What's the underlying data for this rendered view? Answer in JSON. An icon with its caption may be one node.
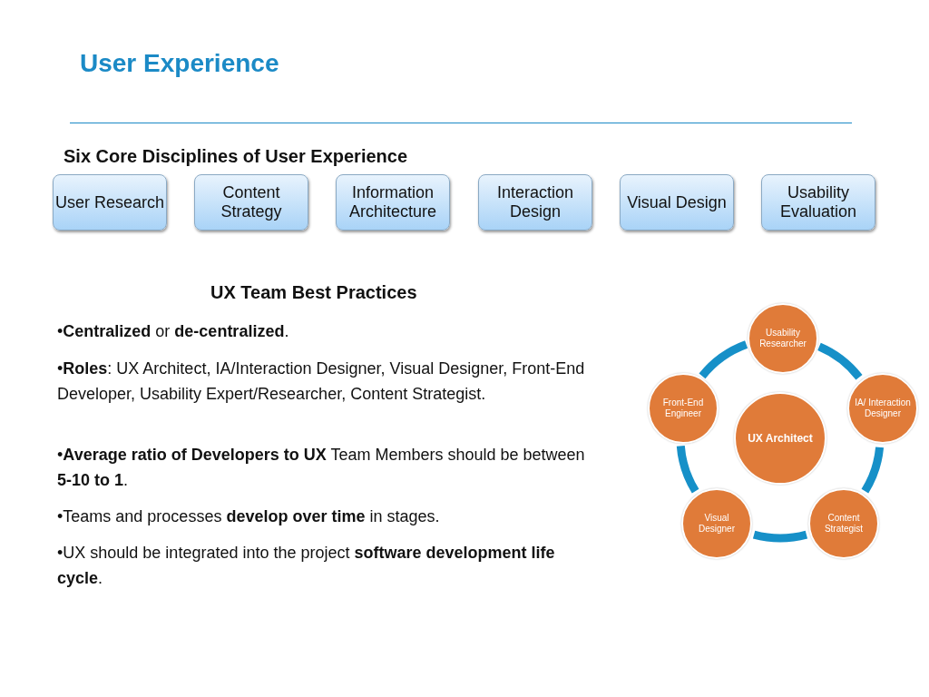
{
  "diagram": {
    "title": "User Experience",
    "nodes": [
      {
        "text": [
          "User Research"
        ]
      },
      {
        "text": [
          "Content Strategy"
        ]
      },
      {
        "text": [
          "Information Architecture"
        ]
      },
      {
        "text": [
          "Interaction Design"
        ]
      },
      {
        "text": [
          "Visual Design"
        ]
      },
      {
        "text": [
          "Usability Evaluation"
        ]
      },
      {
        "text": [
          "Usability Researcher"
        ]
      },
      {
        "text": [
          "Front-End Engineer"
        ]
      },
      {
        "text": [
          "UX Architect"
        ]
      },
      {
        "text": [
          "IA/ Interaction Designer"
        ]
      },
      {
        "text": [
          "Visual Designer"
        ]
      },
      {
        "text": [
          "Content Strategist"
        ]
      }
    ],
    "edges": [
      {
        "from": 6,
        "to": 9,
        "arrow": "none"
      },
      {
        "from": 9,
        "to": 11,
        "arrow": "none"
      },
      {
        "from": 11,
        "to": 10,
        "arrow": "none"
      },
      {
        "from": 10,
        "to": 7,
        "arrow": "none"
      },
      {
        "from": 7,
        "to": 6,
        "arrow": "none"
      }
    ],
    "labels": [
      "Six Core Disciplines of User Experience",
      "UX Team Best Practices",
      "•**Centralized** or **de-centralized**.",
      "•**Roles**: UX Architect, IA/Interaction Designer, Visual Designer, Front-End Developer, Usability Expert/Researcher, Content Strategist.",
      "•**Average ratio of Developers to UX** Team Members should be between **5-10 to 1**.",
      "•Teams and processes **develop over time** in stages.",
      "•UX should be integrated into the project **software development life cycle**."
    ]
  }
}
